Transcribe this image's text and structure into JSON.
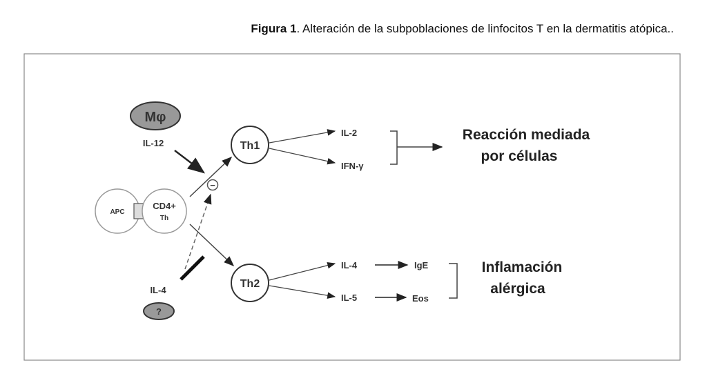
{
  "caption": {
    "prefix": "Figura 1",
    "text": ". Alteración de la subpoblaciones de linfocitos T en la dermatitis atópica.."
  },
  "diagram": {
    "macrophage": "Mφ",
    "il12": "IL-12",
    "apc": "APC",
    "cd4_line1": "CD4+",
    "cd4_line2": "Th",
    "th1": "Th1",
    "th2": "Th2",
    "inhibit": "−",
    "il4_source": "IL-4",
    "unknown": "?",
    "th1_outputs": [
      "IL-2",
      "IFN-γ"
    ],
    "th1_result": [
      "Reacción mediada",
      "por células"
    ],
    "th2_outputs": [
      "IL-4",
      "IL-5"
    ],
    "th2_products": [
      "IgE",
      "Eos"
    ],
    "th2_result": [
      "Inflamación",
      "alérgica"
    ]
  }
}
